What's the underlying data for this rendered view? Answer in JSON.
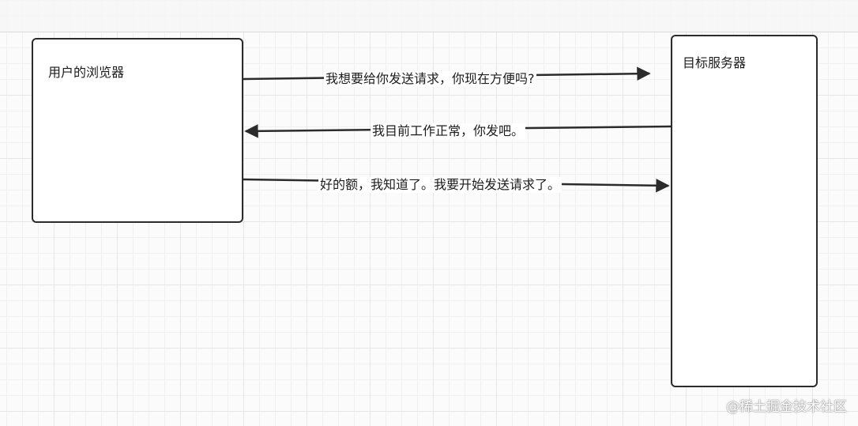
{
  "nodes": {
    "browser": {
      "label": "用户的浏览器"
    },
    "server": {
      "label": "目标服务器"
    }
  },
  "messages": [
    {
      "label": "我想要给你发送请求，你现在方便吗?",
      "direction": "browser-to-server"
    },
    {
      "label": "我目前工作正常，你发吧。",
      "direction": "server-to-browser"
    },
    {
      "label": "好的额，我知道了。我要开始发送请求了。",
      "direction": "browser-to-server"
    }
  ],
  "watermark": "@稀土掘金技术社区",
  "colors": {
    "stroke": "#2b2b2b",
    "grid": "#e6e6e6",
    "background": "#fbfbfb"
  }
}
